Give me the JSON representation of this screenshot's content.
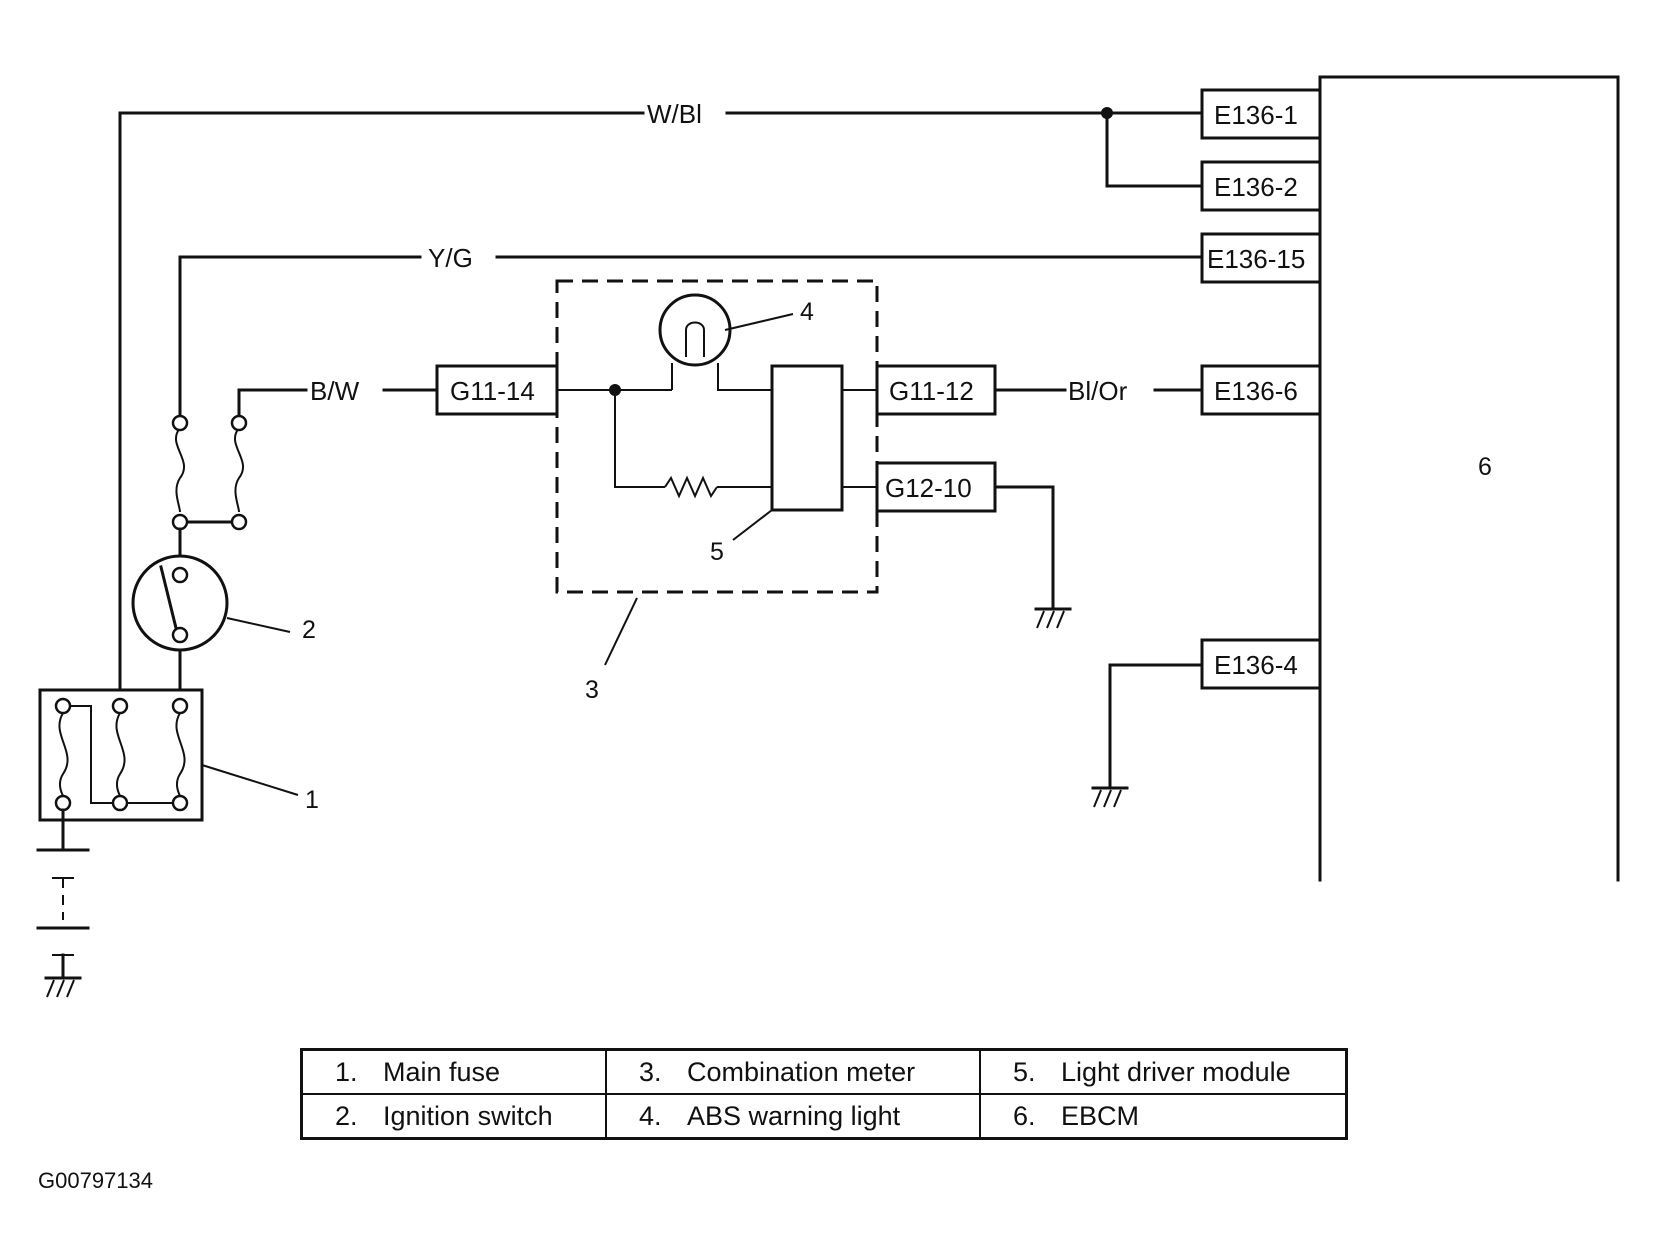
{
  "wires": {
    "w_bl": "W/Bl",
    "y_g": "Y/G",
    "b_w": "B/W",
    "bl_or": "Bl/Or"
  },
  "connectors": {
    "e136_1": "E136-1",
    "e136_2": "E136-2",
    "e136_15": "E136-15",
    "e136_6": "E136-6",
    "e136_4": "E136-4",
    "g11_14": "G11-14",
    "g11_12": "G11-12",
    "g12_10": "G12-10"
  },
  "callouts": {
    "c1": "1",
    "c2": "2",
    "c3": "3",
    "c4": "4",
    "c5": "5",
    "c6": "6"
  },
  "legend": {
    "rows": [
      [
        {
          "num": "1.",
          "text": "Main fuse"
        },
        {
          "num": "3.",
          "text": "Combination meter"
        },
        {
          "num": "5.",
          "text": "Light driver module"
        }
      ],
      [
        {
          "num": "2.",
          "text": "Ignition switch"
        },
        {
          "num": "4.",
          "text": "ABS warning light"
        },
        {
          "num": "6.",
          "text": "EBCM"
        }
      ]
    ]
  },
  "figure_id": "G00797134"
}
